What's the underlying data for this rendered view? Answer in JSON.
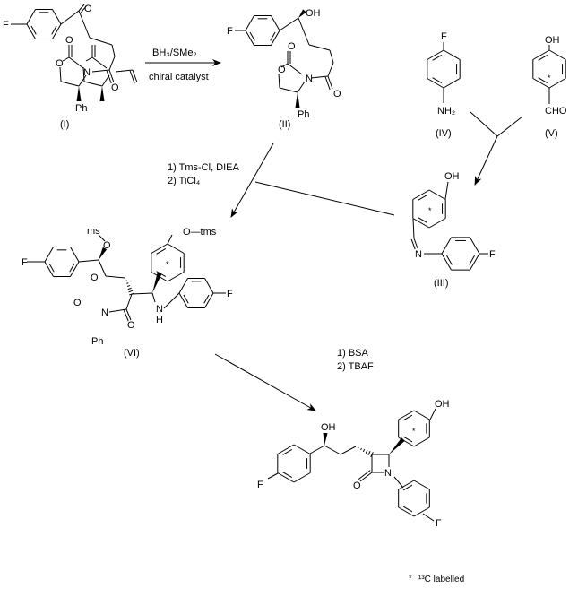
{
  "compounds": {
    "I": {
      "label": "(I)",
      "F": "F",
      "O_ketone": "O",
      "O_ring": "O",
      "O_c2": "O",
      "N": "N",
      "O_amide": "O",
      "Ph": "Ph"
    },
    "II": {
      "label": "(II)",
      "F": "F",
      "OH": "OH",
      "O_ring": "O",
      "O_c2": "O",
      "N": "N",
      "O_amide": "O",
      "Ph": "Ph"
    },
    "IV": {
      "label": "(IV)",
      "F": "F",
      "NH2": "NH₂"
    },
    "V": {
      "label": "(V)",
      "OH": "OH",
      "CHO": "CHO",
      "star": "*"
    },
    "III": {
      "label": "(III)",
      "OH": "OH",
      "N": "N",
      "F": "F",
      "star": "*"
    },
    "VI": {
      "label": "(VI)",
      "ms": "ms",
      "O_ms": "O",
      "F1": "F",
      "O_tms": "O—tms",
      "star": "*",
      "O_ring": "O",
      "O_c2": "O",
      "N": "N",
      "O_amide": "O",
      "Ph": "Ph",
      "NH": "N",
      "H": "H",
      "F2": "F"
    },
    "product": {
      "OH_top": "OH",
      "F1": "F",
      "OH_aryl": "OH",
      "star": "*",
      "O": "O",
      "N": "N",
      "F2": "F"
    }
  },
  "reagents": {
    "step1_top": "BH₃/SMe₂",
    "step1_bottom": "chiral catalyst",
    "step2_line1": "1) Tms-Cl, DIEA",
    "step2_line2": "2) TiCl₄",
    "step3_line1": "1) BSA",
    "step3_line2": "2) TBAF"
  },
  "footnote": {
    "star": "*",
    "text": "¹³C labelled"
  }
}
